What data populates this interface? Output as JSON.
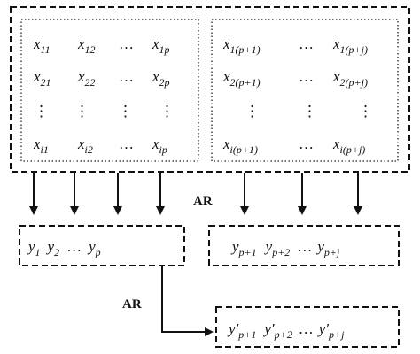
{
  "diagram": {
    "ar_label_top": "AR",
    "ar_label_bottom": "AR",
    "input_matrix_left": {
      "rows": [
        [
          {
            "base": "x",
            "sub": "11"
          },
          {
            "base": "x",
            "sub": "12"
          },
          {
            "base": "…",
            "sub": ""
          },
          {
            "base": "x",
            "sub": "1p"
          }
        ],
        [
          {
            "base": "x",
            "sub": "21"
          },
          {
            "base": "x",
            "sub": "22"
          },
          {
            "base": "…",
            "sub": ""
          },
          {
            "base": "x",
            "sub": "2p"
          }
        ],
        [
          {
            "base": "⋮",
            "sub": ""
          },
          {
            "base": "⋮",
            "sub": ""
          },
          {
            "base": "⋮",
            "sub": ""
          },
          {
            "base": "⋮",
            "sub": ""
          }
        ],
        [
          {
            "base": "x",
            "sub": "i1"
          },
          {
            "base": "x",
            "sub": "i2"
          },
          {
            "base": "…",
            "sub": ""
          },
          {
            "base": "x",
            "sub": "ip"
          }
        ]
      ]
    },
    "input_matrix_right": {
      "rows": [
        [
          {
            "base": "x",
            "sub": "1(p+1)"
          },
          {
            "base": "…",
            "sub": ""
          },
          {
            "base": "x",
            "sub": "1(p+j)"
          }
        ],
        [
          {
            "base": "x",
            "sub": "2(p+1)"
          },
          {
            "base": "…",
            "sub": ""
          },
          {
            "base": "x",
            "sub": "2(p+j)"
          }
        ],
        [
          {
            "base": "⋮",
            "sub": ""
          },
          {
            "base": "⋮",
            "sub": ""
          },
          {
            "base": "⋮",
            "sub": ""
          }
        ],
        [
          {
            "base": "x",
            "sub": "i(p+1)"
          },
          {
            "base": "…",
            "sub": ""
          },
          {
            "base": "x",
            "sub": "i(p+j)"
          }
        ]
      ]
    },
    "output_left": [
      {
        "base": "y",
        "sub": "1"
      },
      {
        "base": "y",
        "sub": "2"
      },
      {
        "base": "…",
        "sub": ""
      },
      {
        "base": "y",
        "sub": "p"
      }
    ],
    "output_right": [
      {
        "base": "y",
        "sub": "p+1"
      },
      {
        "base": "y",
        "sub": "p+2"
      },
      {
        "base": "…",
        "sub": ""
      },
      {
        "base": "y",
        "sub": "p+j"
      }
    ],
    "output_predicted": [
      {
        "base": "y′",
        "sub": "p+1"
      },
      {
        "base": "y′",
        "sub": "p+2"
      },
      {
        "base": "…",
        "sub": ""
      },
      {
        "base": "y′",
        "sub": "p+j"
      }
    ]
  }
}
